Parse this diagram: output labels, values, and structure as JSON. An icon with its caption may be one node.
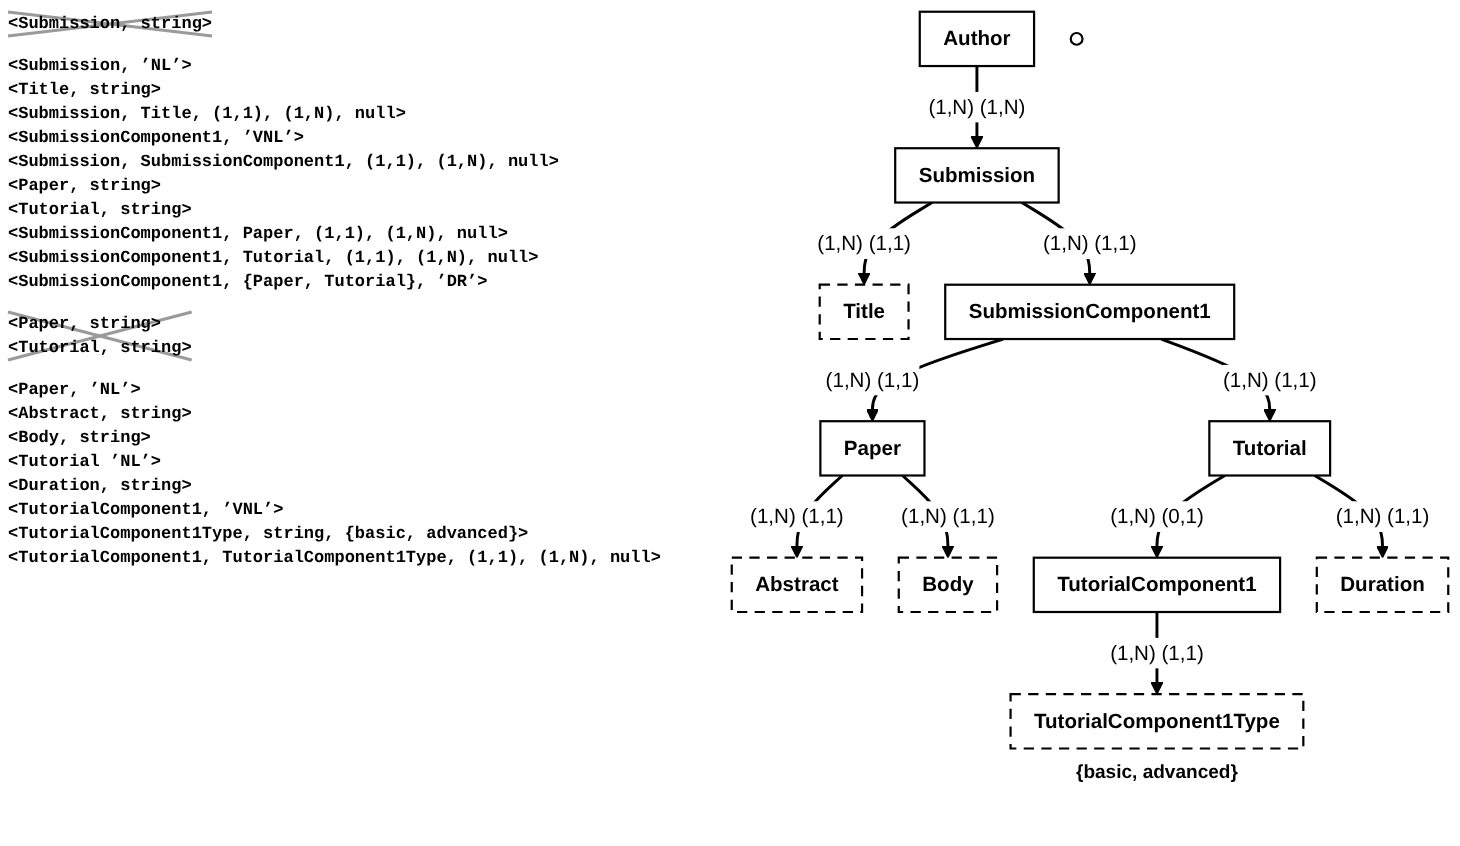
{
  "diagram": {
    "nodes": [
      {
        "text": [
          "Author"
        ]
      },
      {
        "text": [
          "Submission"
        ]
      },
      {
        "text": [
          "Title"
        ]
      },
      {
        "text": [
          "SubmissionComponent1"
        ]
      },
      {
        "text": [],
        "shape": "circle"
      },
      {
        "text": [
          "Paper"
        ]
      },
      {
        "text": [
          "Tutorial"
        ]
      },
      {
        "text": [
          "Duration"
        ]
      },
      {
        "text": [
          "Abstract"
        ]
      },
      {
        "text": [
          "Body"
        ]
      },
      {
        "text": [
          "TutorialComponent1"
        ]
      },
      {
        "text": [
          "TutorialComponent1Type"
        ],
        "beside": [
          "{basic, advanced}"
        ]
      }
    ],
    "edges": [
      {
        "from": 0,
        "to": 1,
        "arrow": "to",
        "label": "(1,N) (1,N)"
      },
      {
        "from": 1,
        "to": 2,
        "arrow": "to",
        "label": "(1,N) (1,1)"
      },
      {
        "from": 1,
        "to": 3,
        "arrow": "to",
        "label": "(1,N) (1,1)"
      },
      {
        "from": 3,
        "to": 5,
        "arrow": "to",
        "label": "(1,N) (1,1)"
      },
      {
        "from": 3,
        "to": 6,
        "arrow": "to",
        "label": "(1,N) (1,1)"
      },
      {
        "from": 5,
        "to": 8,
        "arrow": "to",
        "label": "(1,N) (1,1)"
      },
      {
        "from": 5,
        "to": 9,
        "arrow": "to",
        "label": "(1,N) (1,1)"
      },
      {
        "from": 6,
        "to": 10,
        "arrow": "to",
        "label": "(1,N) (0,1)"
      },
      {
        "from": 6,
        "to": 7,
        "arrow": "to",
        "label": "(1,N) (1,1)"
      },
      {
        "from": 10,
        "to": 11,
        "arrow": "to",
        "label": "(1,N) (1,1)"
      }
    ],
    "labels": [
      "<Submission, string>",
      "<Submission, ’NL’>",
      "<Title, string>",
      "<Submission, Title, (1,1), (1,N), null>",
      "<SubmissionComponent1, ’VNL’>",
      "<Submission, SubmissionComponent1, (1,1), (1,N), null>",
      "<Paper, string>",
      "<Tutorial, string>",
      "<SubmissionComponent1, Paper, (1,1), (1,N), null>",
      "<SubmissionComponent1, Tutorial, (1,1), (1,N), null>",
      "<SubmissionComponent1, {Paper, Tutorial}, ’DR’>",
      "<Paper, string>",
      "<Tutorial, string>",
      "<Paper, ’NL’>",
      "<Abstract, string>",
      "<Body, string>",
      "<Tutorial ’NL’>",
      "<Duration, string>",
      "<TutorialComponent1, ’VNL’>",
      "<TutorialComponent1Type, string, {basic, advanced}>",
      "<TutorialComponent1, TutorialComponent1Type, (1,1), (1,N), null>"
    ]
  }
}
